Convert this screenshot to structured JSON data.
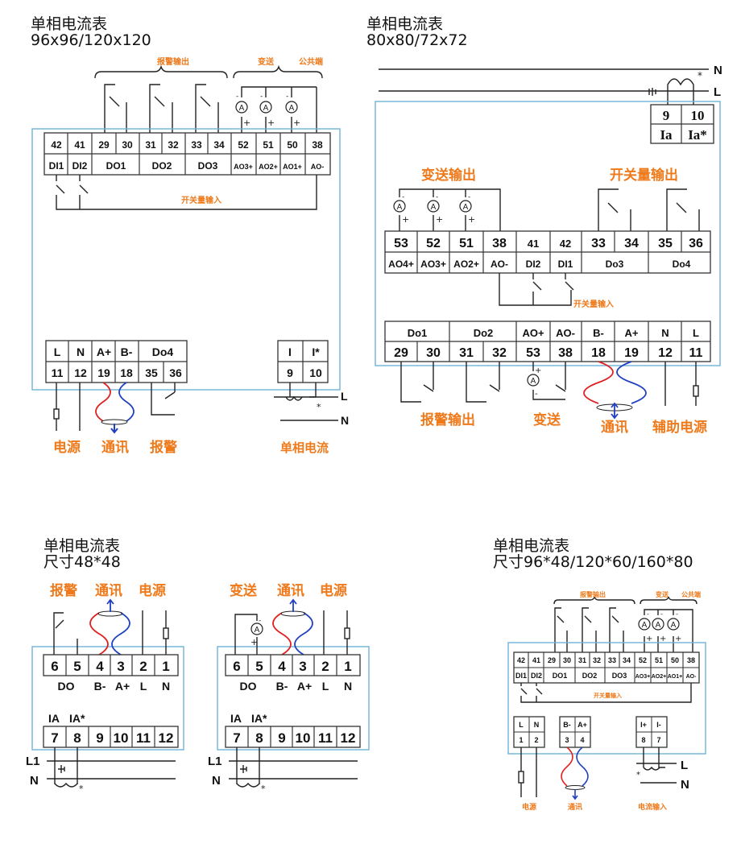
{
  "d1": {
    "title": "单相电流表",
    "size": "96x96/120x120",
    "lbl_alarm_out": "报警输出",
    "lbl_transmit": "变送",
    "lbl_common": "公共端",
    "lbl_switch_in": "开关量输入",
    "top_nums": [
      "42",
      "41",
      "29",
      "30",
      "31",
      "32",
      "33",
      "34",
      "52",
      "51",
      "50",
      "38"
    ],
    "top_names": [
      "DI1",
      "DI2",
      "DO1",
      "DO2",
      "DO3",
      "AO3+",
      "AO2+",
      "AO1+",
      "AO-"
    ],
    "bot_names": [
      "L",
      "N",
      "A+",
      "B-",
      "Do4"
    ],
    "bot_nums": [
      "11",
      "12",
      "19",
      "18",
      "35",
      "36"
    ],
    "ct_names": [
      "I",
      "I*"
    ],
    "ct_nums": [
      "9",
      "10"
    ],
    "lbl_power": "电源",
    "lbl_comm": "通讯",
    "lbl_alarm": "报警",
    "lbl_single": "单相电流",
    "line_L": "L",
    "line_N": "N",
    "star": "*"
  },
  "d2": {
    "title": "单相电流表",
    "size": "80x80/72x72",
    "line_N": "N",
    "line_L": "L",
    "star": "*",
    "ct_nums": [
      "9",
      "10"
    ],
    "ct_names": [
      "Ia",
      "Ia*"
    ],
    "lbl_transmit_out": "变送输出",
    "lbl_switch_out": "开关量输出",
    "mid_nums": [
      "53",
      "52",
      "51",
      "38",
      "41",
      "42",
      "33",
      "34",
      "35",
      "36"
    ],
    "mid_names": [
      "AO4+",
      "AO3+",
      "AO2+",
      "AO-",
      "DI2",
      "DI1",
      "Do3",
      "Do4"
    ],
    "lbl_switch_in": "开关量输入",
    "bot_names": [
      "Do1",
      "Do2",
      "AO+",
      "AO-",
      "B-",
      "A+",
      "N",
      "L"
    ],
    "bot_nums": [
      "29",
      "30",
      "31",
      "32",
      "53",
      "38",
      "18",
      "19",
      "12",
      "11"
    ],
    "lbl_alarm_out": "报警输出",
    "lbl_transmit": "变送",
    "lbl_comm": "通讯",
    "lbl_aux_power": "辅助电源"
  },
  "d3": {
    "title": "单相电流表",
    "size": "尺寸48*48",
    "lbl_alarm": "报警",
    "lbl_comm": "通讯",
    "lbl_power": "电源",
    "top_nums": [
      "6",
      "5",
      "4",
      "3",
      "2",
      "1"
    ],
    "top_names": [
      "DO",
      "B-",
      "A+",
      "L",
      "N"
    ],
    "ia_names": [
      "IA",
      "IA*"
    ],
    "bot_nums": [
      "7",
      "8",
      "9",
      "10",
      "11",
      "12"
    ],
    "line_L1": "L1",
    "line_N": "N",
    "star": "*"
  },
  "d4": {
    "lbl_transmit": "变送",
    "lbl_comm": "通讯",
    "lbl_power": "电源",
    "top_nums": [
      "6",
      "5",
      "4",
      "3",
      "2",
      "1"
    ],
    "top_names": [
      "DO",
      "B-",
      "A+",
      "L",
      "N"
    ],
    "ia_names": [
      "IA",
      "IA*"
    ],
    "bot_nums": [
      "7",
      "8",
      "9",
      "10",
      "11",
      "12"
    ],
    "line_L1": "L1",
    "line_N": "N",
    "star": "*"
  },
  "d5": {
    "title": "单相电流表",
    "size": "尺寸96*48/120*60/160*80",
    "lbl_alarm_out": "报警输出",
    "lbl_transmit": "变送",
    "lbl_common": "公共端",
    "lbl_switch_in": "开关量输入",
    "top_nums": [
      "42",
      "41",
      "29",
      "30",
      "31",
      "32",
      "33",
      "34",
      "52",
      "51",
      "50",
      "38"
    ],
    "top_names": [
      "DI1",
      "DI2",
      "DO1",
      "DO2",
      "DO3",
      "AO3+",
      "AO2+",
      "AO1+",
      "AO-"
    ],
    "pwr_names": [
      "L",
      "N"
    ],
    "pwr_nums": [
      "1",
      "2"
    ],
    "com_names": [
      "B-",
      "A+"
    ],
    "com_nums": [
      "3",
      "4"
    ],
    "ct_names": [
      "I+",
      "I-"
    ],
    "ct_nums": [
      "8",
      "7"
    ],
    "line_L": "L",
    "line_N": "N",
    "star": "*",
    "lbl_power": "电源",
    "lbl_comm": "通讯",
    "lbl_cur_in": "电流输入"
  },
  "colors": {
    "accent": "#ee7a1c",
    "border": "#6fb2d8",
    "wire_red": "#e02020",
    "wire_blue": "#2040c0"
  }
}
